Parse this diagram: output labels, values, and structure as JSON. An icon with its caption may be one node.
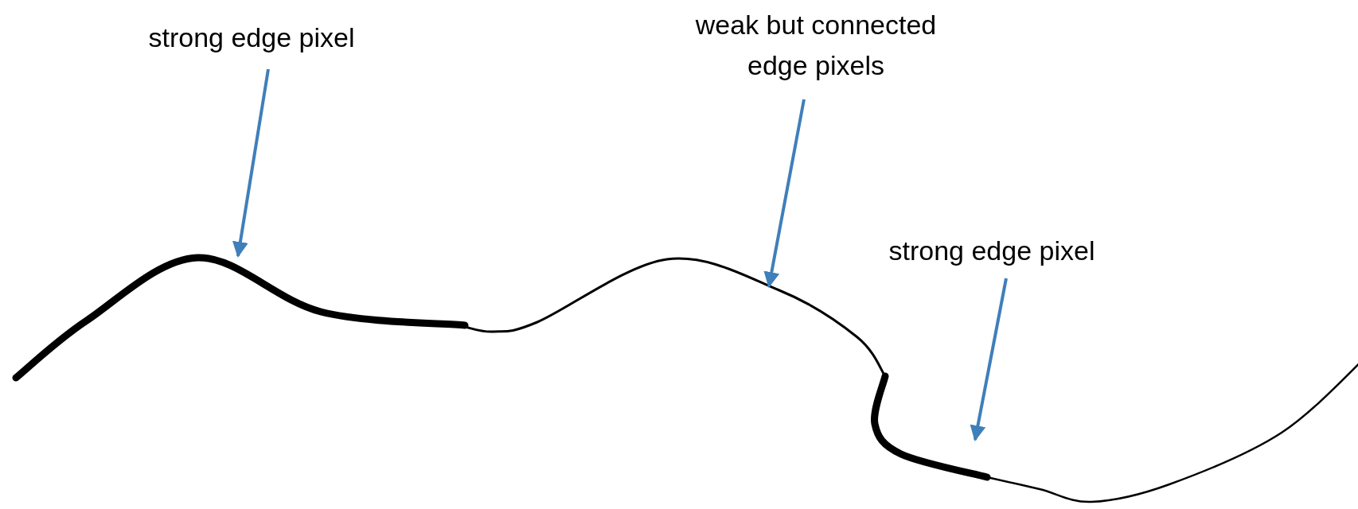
{
  "diagram": {
    "nodes": [
      {
        "text": [
          "strong edge pixel"
        ]
      },
      {
        "text": [
          "weak but connected edge pixels"
        ]
      },
      {
        "text": [
          "strong edge pixel"
        ]
      },
      {
        "text": [],
        "shape": "curve"
      },
      {
        "text": [],
        "shape": "curve"
      },
      {
        "text": [],
        "shape": "curve"
      }
    ],
    "edges": [
      {
        "from": 0,
        "to": 3,
        "arrow": "to"
      },
      {
        "from": 1,
        "to": 4,
        "arrow": "to"
      },
      {
        "from": 2,
        "to": 5,
        "arrow": "to"
      }
    ]
  }
}
